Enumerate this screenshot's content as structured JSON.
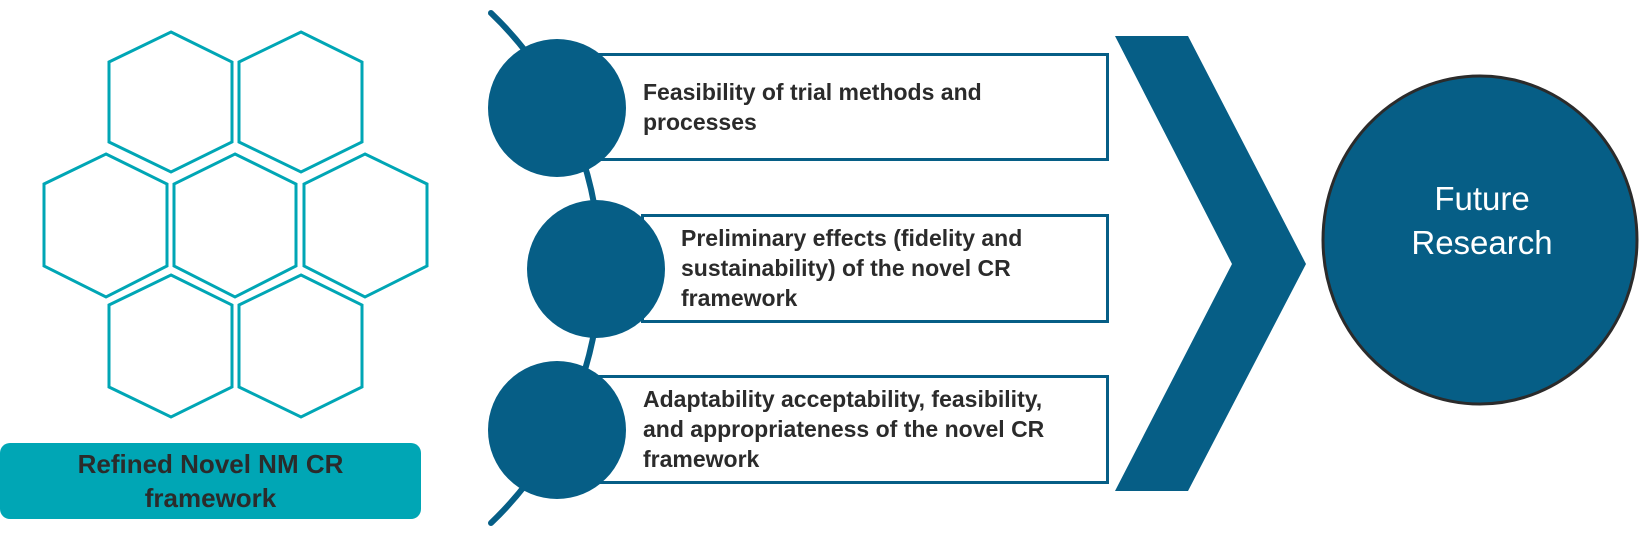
{
  "colors": {
    "teal": "#00a6b5",
    "navy": "#065e86",
    "text_dark": "#2b2b2b",
    "circle_outline": "#2b2b2b",
    "white": "#ffffff"
  },
  "left_panel": {
    "hexagon_count": 7,
    "label": "Refined Novel NM CR framework"
  },
  "middle_panel": {
    "items": [
      {
        "text": "Feasibility of trial methods and processes"
      },
      {
        "text": "Preliminary effects (fidelity and sustainability) of the novel CR framework"
      },
      {
        "text": "Adaptability acceptability, feasibility, and appropriateness of the novel CR framework"
      }
    ]
  },
  "arrow": {
    "icon": "chevron-right-icon"
  },
  "right_panel": {
    "title": "Future Research"
  }
}
